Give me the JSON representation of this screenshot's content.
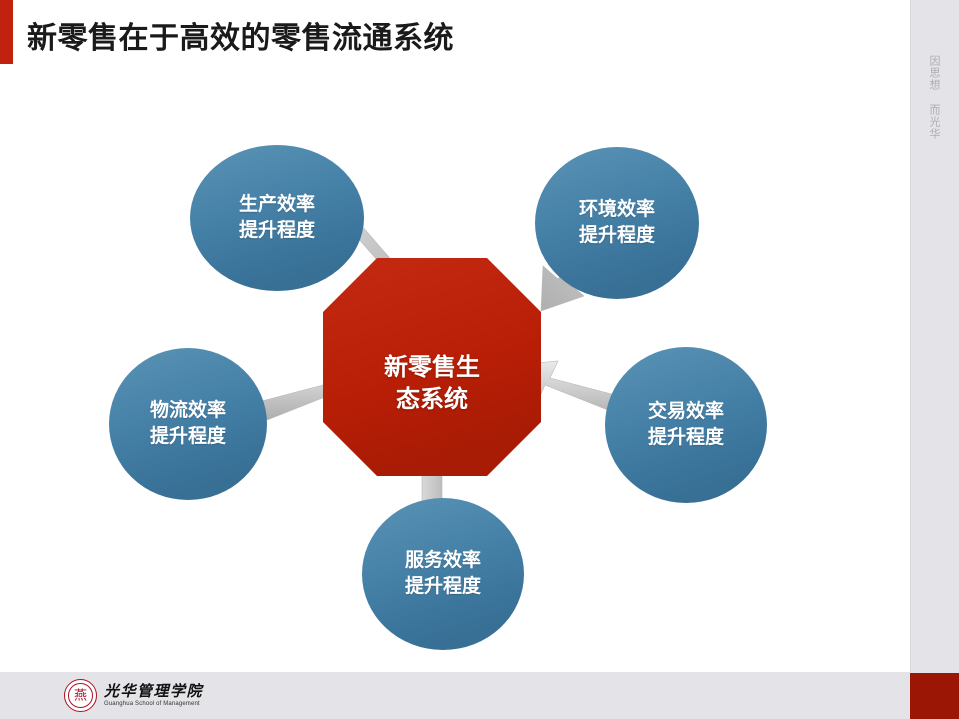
{
  "slide": {
    "title": "新零售在于高效的零售流通系统",
    "accent_color": "#C0220E",
    "background_color": "#FFFFFF"
  },
  "sidebar": {
    "motto": "因思想 而光华",
    "background_color": "#E4E4E8",
    "text_color": "#ACACB4"
  },
  "diagram": {
    "type": "hub-and-spoke",
    "hub": {
      "shape": "octagon",
      "label_line1": "新零售生",
      "label_line2": "态系统",
      "full_label": "新零售生态系统",
      "fill_color": "#C0220E"
    },
    "spoke_fill_color": "#3F7FA6",
    "arrow_color": "#BFBFBF",
    "spokes": [
      {
        "id": "production",
        "position": "top-left",
        "label_line1": "生产效率",
        "label_line2": "提升程度",
        "full_label": "生产效率提升程度"
      },
      {
        "id": "environment",
        "position": "top-right",
        "label_line1": "环境效率",
        "label_line2": "提升程度",
        "full_label": "环境效率提升程度"
      },
      {
        "id": "logistics",
        "position": "left",
        "label_line1": "物流效率",
        "label_line2": "提升程度",
        "full_label": "物流效率提升程度"
      },
      {
        "id": "transaction",
        "position": "right",
        "label_line1": "交易效率",
        "label_line2": "提升程度",
        "full_label": "交易效率提升程度"
      },
      {
        "id": "service",
        "position": "bottom",
        "label_line1": "服务效率",
        "label_line2": "提升程度",
        "full_label": "服务效率提升程度"
      }
    ]
  },
  "footer": {
    "logo_seal_glyph": "燕",
    "logo_name_cn": "光华管理学院",
    "logo_name_en": "Guanghua School of Management",
    "background_color": "#E4E4E8",
    "block_color": "#9C1606"
  }
}
